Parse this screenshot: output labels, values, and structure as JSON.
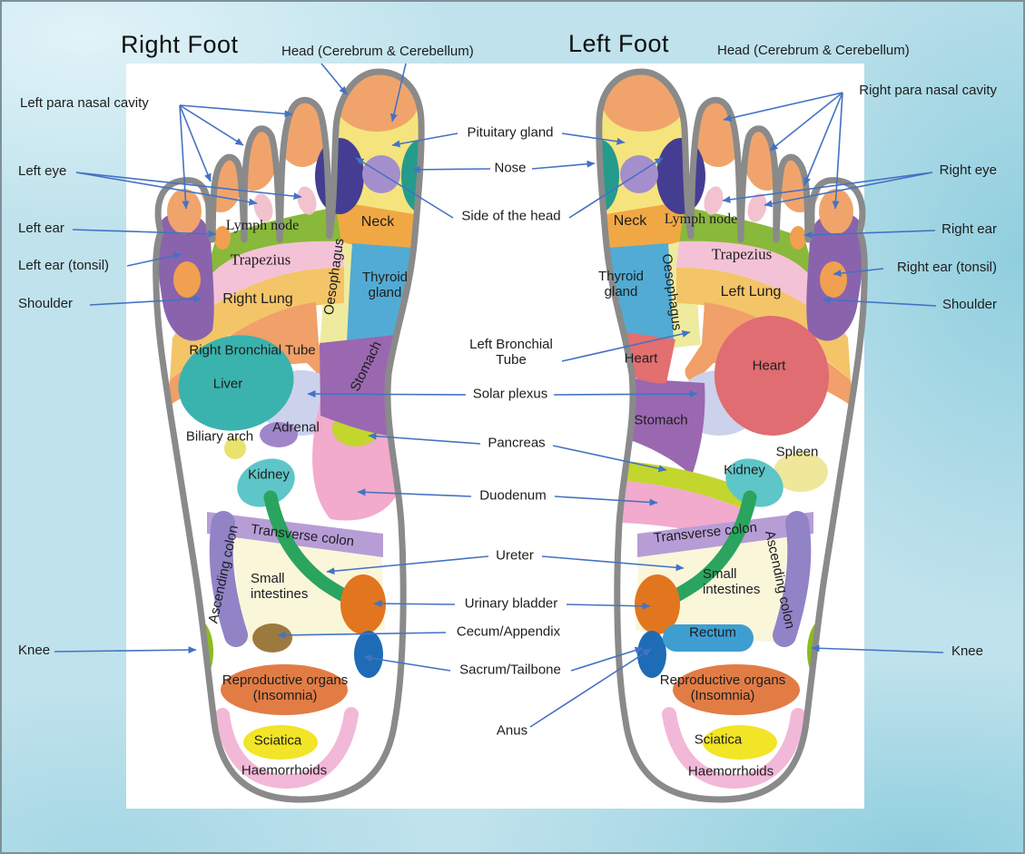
{
  "titles": {
    "right_foot": "Right Foot",
    "left_foot": "Left Foot"
  },
  "labels": {
    "head": "Head (Cerebrum & Cerebellum)",
    "left_para_nasal": "Left para nasal cavity",
    "right_para_nasal": "Right para nasal cavity",
    "left_eye": "Left eye",
    "right_eye": "Right eye",
    "left_ear": "Left ear",
    "right_ear": "Right ear",
    "left_ear_tonsil": "Left ear (tonsil)",
    "right_ear_tonsil": "Right ear (tonsil)",
    "shoulder": "Shoulder",
    "knee": "Knee",
    "pituitary_gland": "Pituitary gland",
    "nose": "Nose",
    "side_of_head": "Side of the head",
    "left_bronchial_tube": "Left Bronchial Tube",
    "right_bronchial_tube": "Right Bronchial Tube",
    "solar_plexus": "Solar plexus",
    "pancreas": "Pancreas",
    "duodenum": "Duodenum",
    "ureter": "Ureter",
    "urinary_bladder": "Urinary bladder",
    "cecum_appendix": "Cecum/Appendix",
    "sacrum_tailbone": "Sacrum/Tailbone",
    "anus": "Anus",
    "lymph_node": "Lymph node",
    "neck": "Neck",
    "trapezius": "Trapezius",
    "oesophagus": "Oesophagus",
    "thyroid_gland": "Thyroid gland",
    "right_lung": "Right Lung",
    "left_lung": "Left Lung",
    "stomach": "Stomach",
    "liver": "Liver",
    "biliary_arch": "Biliary arch",
    "adrenal": "Adrenal",
    "kidney": "Kidney",
    "spleen": "Spleen",
    "heart": "Heart",
    "ascending_colon": "Ascending colon",
    "transverse_colon": "Transverse colon",
    "small_intestines": "Small intestines",
    "rectum": "Rectum",
    "reproductive_organs": "Reproductive organs (Insomnia)",
    "sciatica": "Sciatica",
    "haemorrhoids": "Haemorrhoids"
  },
  "colors": {
    "background": "#bfe2ec",
    "panel": "#ffffff",
    "foot_outline": "#8a8a8a",
    "arrow": "#4472c4",
    "toe_cap_orange": "#f0a46c",
    "big_toe_yellow": "#f5e47d",
    "side_of_head_indigo": "#453d92",
    "nose_teal": "#259b8c",
    "pituitary_purple": "#a48fcc",
    "neck_orange": "#f0a845",
    "lymph_green": "#88b93a",
    "lymph_pink": "#f2c3ce",
    "ear_orange": "#f0a050",
    "shoulder_purple": "#8a63ad",
    "trapezius_pink": "#f4c2d6",
    "lung_yellow": "#f4c468",
    "bronchial_orange": "#f0a068",
    "oesophagus_yellow": "#eeeb9e",
    "thyroid_blue": "#52abd4",
    "stomach_purple": "#9a68b0",
    "solar_plexus_lavender": "#ccd2ec",
    "liver_teal": "#3ab3ae",
    "biliary_yellow": "#e8e26e",
    "adrenal_purple": "#9f86c9",
    "kidney_teal": "#5ec6c8",
    "pancreas_green": "#c3d62e",
    "duodenum_pink": "#f2aacd",
    "heart_red": "#df6d72",
    "spleen_yellow": "#efe79a",
    "transverse_colon_lilac": "#b79dd6",
    "ascending_colon_purple": "#9183c6",
    "small_intestines_cream": "#faf6da",
    "colon_green": "#2aa45e",
    "urinary_orange": "#e1761f",
    "cecum_brown": "#9c7a3f",
    "sacrum_blue": "#1d6cb5",
    "rectum_blue": "#3e9ed2",
    "knee_green": "#8cba1e",
    "reproductive_orange": "#e27c45",
    "sciatica_yellow": "#f2e426",
    "haemorrhoids_pink": "#f2b8d8"
  }
}
